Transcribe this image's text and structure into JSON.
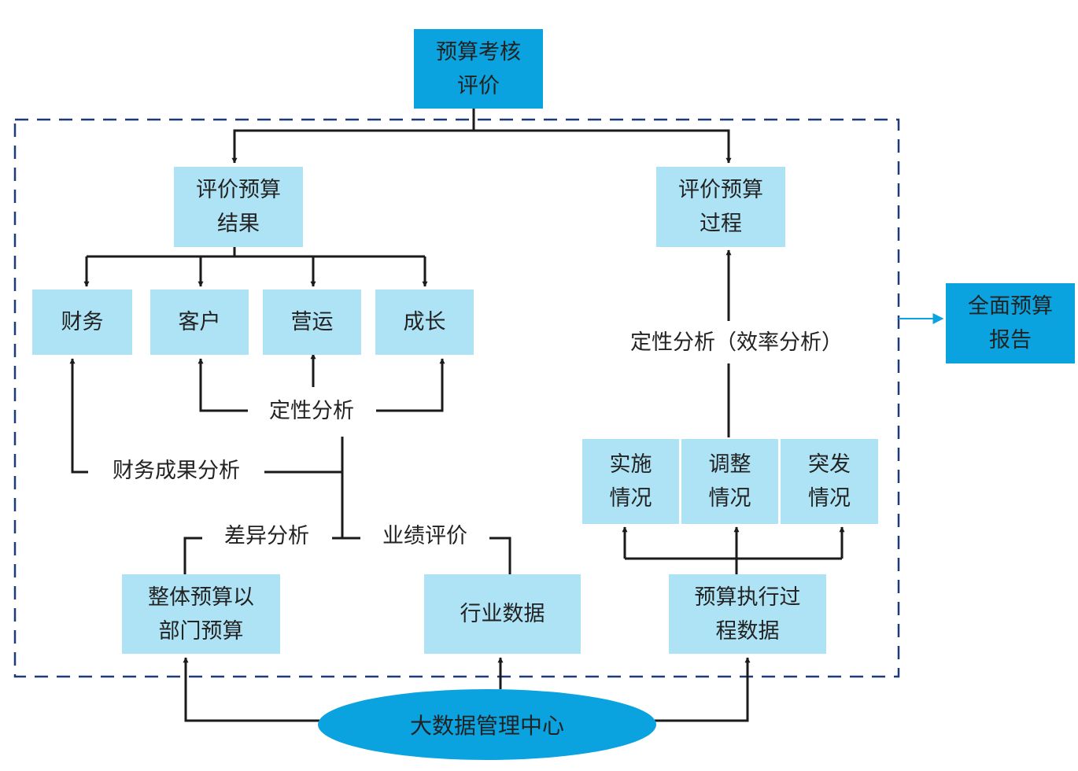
{
  "nodes": {
    "top": "预算考核\n评价",
    "result": "评价预算\n结果",
    "process": "评价预算\n过程",
    "finance": "财务",
    "customer": "客户",
    "operation": "营运",
    "growth": "成长",
    "implement": "实施\n情况",
    "adjust": "调整\n情况",
    "sudden": "突发\n情况",
    "overall": "整体预算以\n部门预算",
    "industry": "行业数据",
    "exec_data": "预算执行过\n程数据",
    "report": "全面预算\n报告",
    "bigdata": "大数据管理中心"
  },
  "labels": {
    "qual": "定性分析",
    "qual_eff": "定性分析（效率分析）",
    "fin_result": "财务成果分析",
    "diff": "差异分析",
    "perf": "业绩评价"
  },
  "colors": {
    "dark_box": "#0aa3e0",
    "light_box": "#aee3f5",
    "line": "#1a1a1a",
    "dash": "#1e3a78",
    "report_arrow": "#0aa3e0"
  }
}
